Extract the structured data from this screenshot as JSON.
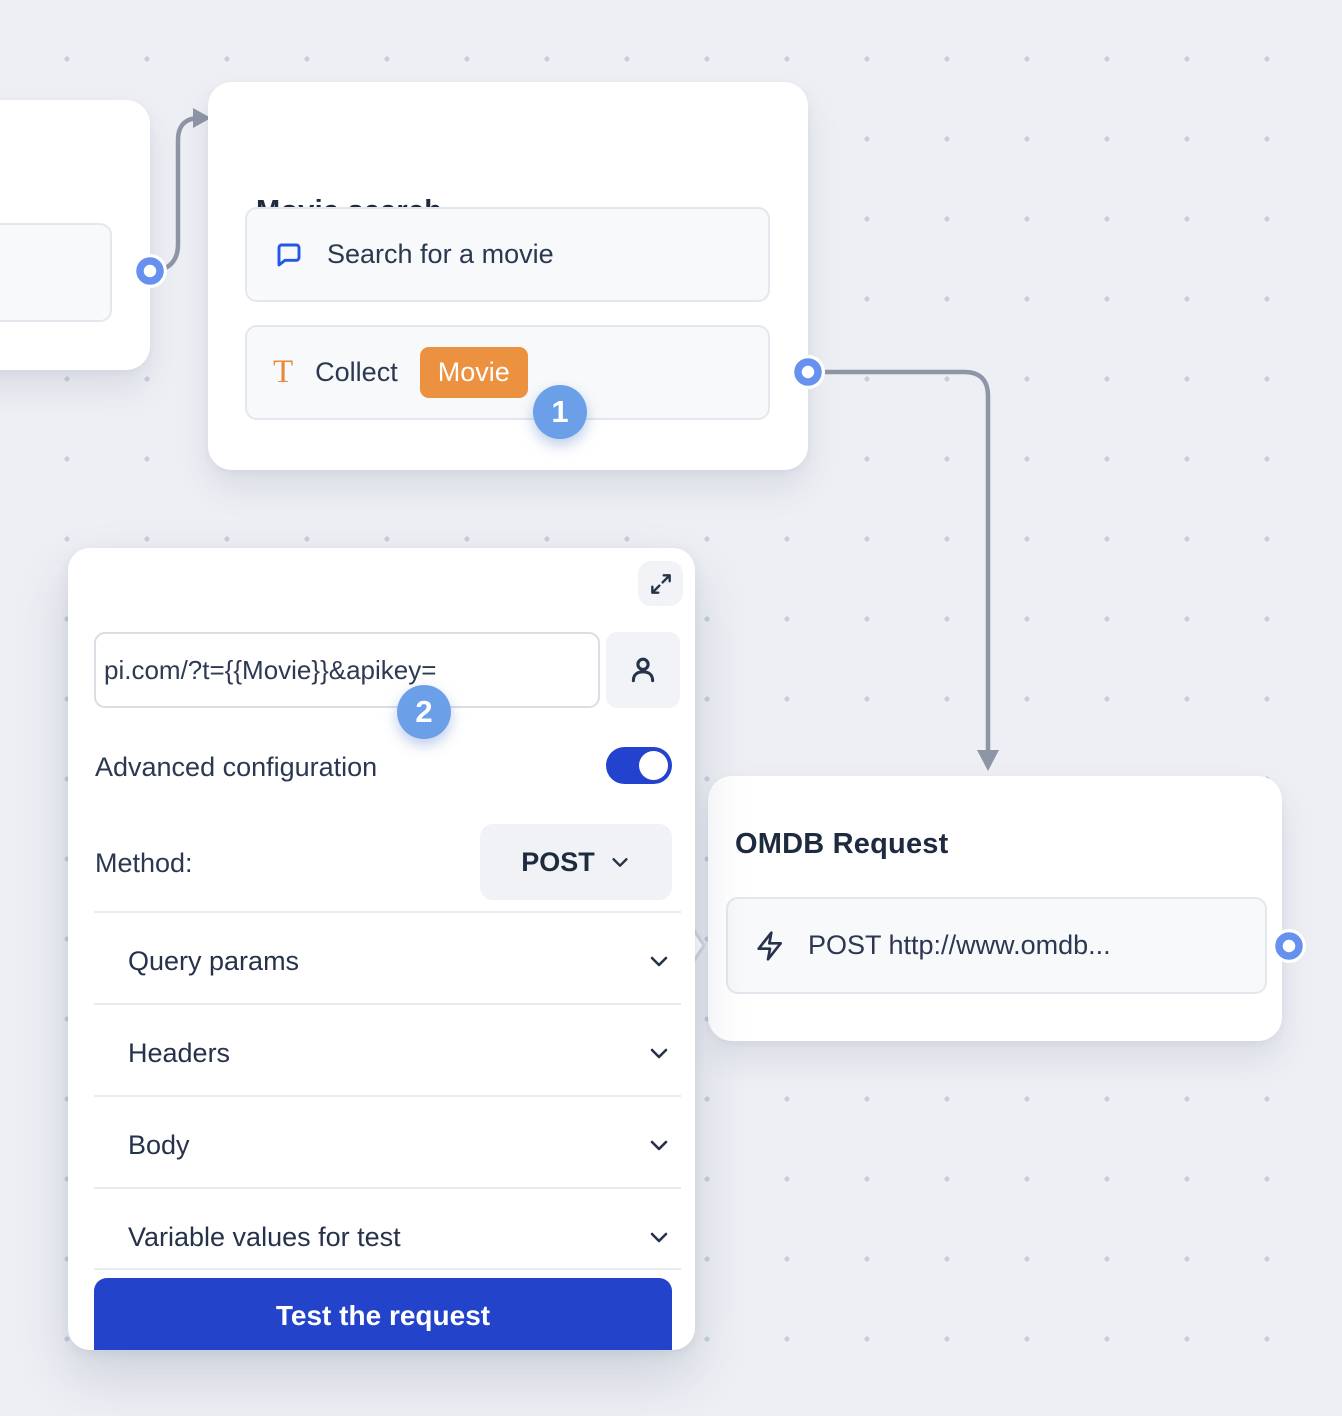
{
  "canvas": {
    "background": "#edeff4",
    "dot_color": "#c7cfdc",
    "connector_color": "#8e96a6",
    "port_color": "#6691ee",
    "accent_blue": "#2443cb",
    "badge_blue": "#6ba0e9",
    "accent_orange": "#ec9140"
  },
  "nodes": {
    "movie_search": {
      "title": "Movie search",
      "step_badge": "1",
      "blocks": [
        {
          "icon": "chat-bubble-icon",
          "label": "Search for a movie"
        },
        {
          "icon": "text-input-icon",
          "label": "Collect",
          "badge": "Movie"
        }
      ]
    },
    "omdb_request": {
      "title": "OMDB Request",
      "blocks": [
        {
          "icon": "lightning-icon",
          "label": "POST http://www.omdb..."
        }
      ]
    }
  },
  "panel": {
    "step_badge": "2",
    "url_value": "pi.com/?t={{Movie}}&apikey=",
    "advanced_label": "Advanced configuration",
    "toggle_on": true,
    "method_label": "Method:",
    "method_value": "POST",
    "sections": [
      "Query params",
      "Headers",
      "Body",
      "Variable values for test"
    ],
    "test_button": "Test the request"
  }
}
